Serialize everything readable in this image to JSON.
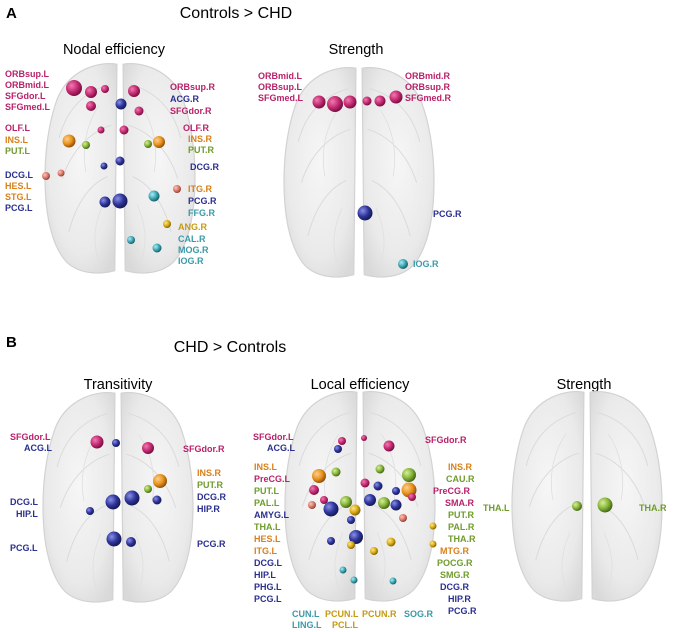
{
  "colors": {
    "magenta": "#b8226a",
    "navy": "#2a2f8e",
    "orange": "#d8801a",
    "green": "#6f9c2c",
    "cyan": "#3a9aa8",
    "gold": "#c59a10"
  },
  "section_a": {
    "letter": "A",
    "title": "Controls > CHD",
    "panels": [
      {
        "title": "Nodal efficiency",
        "labels": [
          {
            "text": "ORBsup.L",
            "color": "magenta"
          },
          {
            "text": "ORBmid.L",
            "color": "magenta"
          },
          {
            "text": "SFGdor.L",
            "color": "magenta"
          },
          {
            "text": "SFGmed.L",
            "color": "magenta"
          },
          {
            "text": "OLF.L",
            "color": "magenta"
          },
          {
            "text": "INS.L",
            "color": "orange"
          },
          {
            "text": "PUT.L",
            "color": "green"
          },
          {
            "text": "DCG.L",
            "color": "navy"
          },
          {
            "text": "HES.L",
            "color": "orange"
          },
          {
            "text": "STG.L",
            "color": "orange"
          },
          {
            "text": "PCG.L",
            "color": "navy"
          },
          {
            "text": "ORBsup.R",
            "color": "magenta"
          },
          {
            "text": "ACG.R",
            "color": "navy"
          },
          {
            "text": "SFGdor.R",
            "color": "magenta"
          },
          {
            "text": "OLF.R",
            "color": "magenta"
          },
          {
            "text": "INS.R",
            "color": "orange"
          },
          {
            "text": "PUT.R",
            "color": "green"
          },
          {
            "text": "DCG.R",
            "color": "navy"
          },
          {
            "text": "ITG.R",
            "color": "orange"
          },
          {
            "text": "PCG.R",
            "color": "navy"
          },
          {
            "text": "FFG.R",
            "color": "cyan"
          },
          {
            "text": "ANG.R",
            "color": "gold"
          },
          {
            "text": "CAL.R",
            "color": "cyan"
          },
          {
            "text": "MOG.R",
            "color": "cyan"
          },
          {
            "text": "IOG.R",
            "color": "cyan"
          }
        ]
      },
      {
        "title": "Strength",
        "labels": [
          {
            "text": "ORBmid.L",
            "color": "magenta"
          },
          {
            "text": "ORBsup.L",
            "color": "magenta"
          },
          {
            "text": "SFGmed.L",
            "color": "magenta"
          },
          {
            "text": "ORBmid.R",
            "color": "magenta"
          },
          {
            "text": "ORBsup.R",
            "color": "magenta"
          },
          {
            "text": "SFGmed.R",
            "color": "magenta"
          },
          {
            "text": "PCG.R",
            "color": "navy"
          },
          {
            "text": "IOG.R",
            "color": "cyan"
          }
        ]
      }
    ]
  },
  "section_b": {
    "letter": "B",
    "title": "CHD > Controls",
    "panels": [
      {
        "title": "Transitivity",
        "labels": [
          {
            "text": "SFGdor.L",
            "color": "magenta"
          },
          {
            "text": "ACG.L",
            "color": "navy"
          },
          {
            "text": "DCG.L",
            "color": "navy"
          },
          {
            "text": "HIP.L",
            "color": "navy"
          },
          {
            "text": "PCG.L",
            "color": "navy"
          },
          {
            "text": "SFGdor.R",
            "color": "magenta"
          },
          {
            "text": "INS.R",
            "color": "orange"
          },
          {
            "text": "PUT.R",
            "color": "green"
          },
          {
            "text": "DCG.R",
            "color": "navy"
          },
          {
            "text": "HIP.R",
            "color": "navy"
          },
          {
            "text": "PCG.R",
            "color": "navy"
          }
        ]
      },
      {
        "title": "Local efficiency",
        "labels": [
          {
            "text": "SFGdor.L",
            "color": "magenta"
          },
          {
            "text": "ACG.L",
            "color": "navy"
          },
          {
            "text": "INS.L",
            "color": "orange"
          },
          {
            "text": "PreCG.L",
            "color": "magenta"
          },
          {
            "text": "PUT.L",
            "color": "green"
          },
          {
            "text": "PAL.L",
            "color": "green"
          },
          {
            "text": "AMYG.L",
            "color": "navy"
          },
          {
            "text": "THA.L",
            "color": "green"
          },
          {
            "text": "HES.L",
            "color": "orange"
          },
          {
            "text": "ITG.L",
            "color": "orange"
          },
          {
            "text": "DCG.L",
            "color": "navy"
          },
          {
            "text": "HIP.L",
            "color": "navy"
          },
          {
            "text": "PHG.L",
            "color": "navy"
          },
          {
            "text": "PCG.L",
            "color": "navy"
          },
          {
            "text": "SFGdor.R",
            "color": "magenta"
          },
          {
            "text": "INS.R",
            "color": "orange"
          },
          {
            "text": "CAU.R",
            "color": "green"
          },
          {
            "text": "PreCG.R",
            "color": "magenta"
          },
          {
            "text": "SMA.R",
            "color": "magenta"
          },
          {
            "text": "PUT.R",
            "color": "green"
          },
          {
            "text": "PAL.R",
            "color": "green"
          },
          {
            "text": "THA.R",
            "color": "green"
          },
          {
            "text": "MTG.R",
            "color": "orange"
          },
          {
            "text": "POCG.R",
            "color": "green"
          },
          {
            "text": "SMG.R",
            "color": "green"
          },
          {
            "text": "DCG.R",
            "color": "navy"
          },
          {
            "text": "HIP.R",
            "color": "navy"
          },
          {
            "text": "PCG.R",
            "color": "navy"
          },
          {
            "text": "CUN.L",
            "color": "cyan"
          },
          {
            "text": "LING.L",
            "color": "cyan"
          },
          {
            "text": "PCUN.L",
            "color": "gold"
          },
          {
            "text": "PCL.L",
            "color": "gold"
          },
          {
            "text": "PCUN.R",
            "color": "gold"
          },
          {
            "text": "SOG.R",
            "color": "cyan"
          }
        ]
      },
      {
        "title": "Strength",
        "labels": [
          {
            "text": "THA.L",
            "color": "green"
          },
          {
            "text": "THA.R",
            "color": "green"
          }
        ]
      }
    ]
  }
}
